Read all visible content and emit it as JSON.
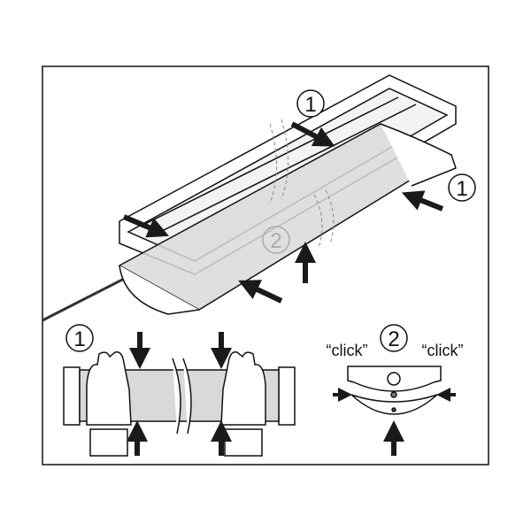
{
  "steps": {
    "step1_top": "1",
    "step1_right": "1",
    "step2_cover": "2",
    "step1_bottom": "1",
    "step2_bottom": "2"
  },
  "labels": {
    "click_left": "“click”",
    "click_right": "“click”"
  },
  "colors": {
    "line": "#111111",
    "cover": "#d9d9d9",
    "arrow": "#1a1a1a",
    "ghost": "#9a9a9a"
  }
}
